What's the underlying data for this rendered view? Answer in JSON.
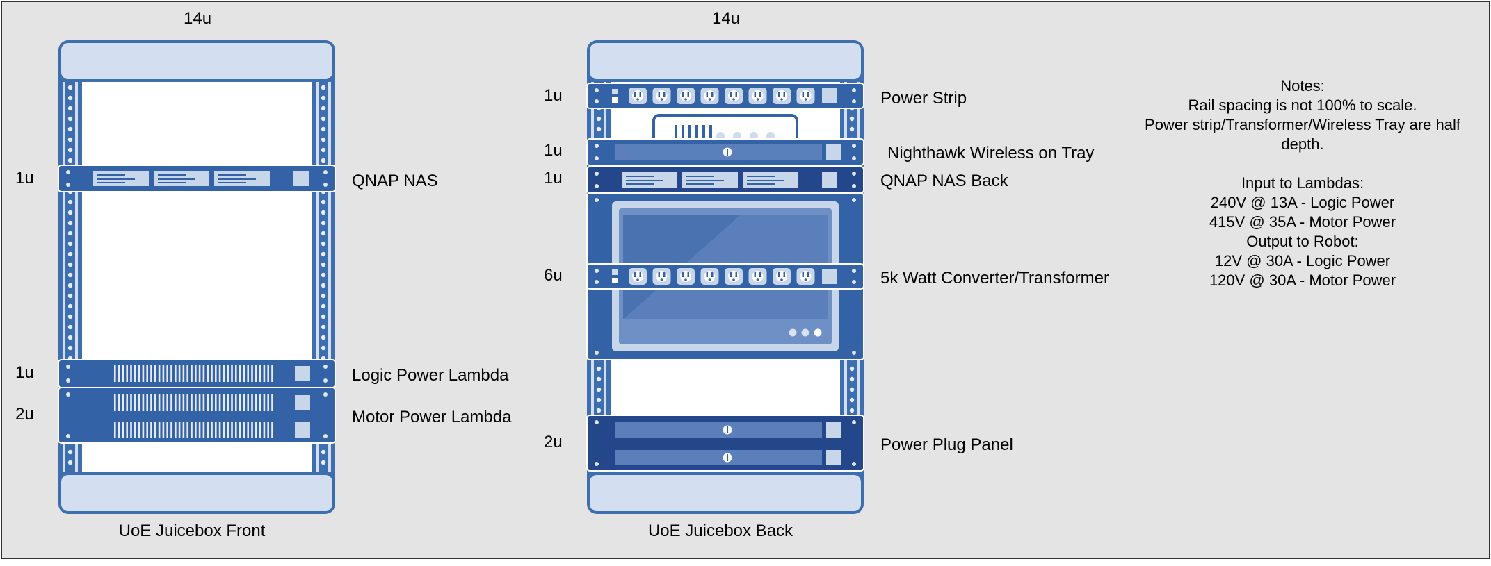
{
  "colors": {
    "background": "#e4e4e4",
    "frame": "#3d6eb0",
    "frame_light": "#d3dff0",
    "device": "#3462a6",
    "device_dark": "#23478a",
    "device_panel": "#c8d6ea",
    "border": "#333333"
  },
  "front_rack": {
    "height_label": "14u",
    "caption": "UoE Juicebox Front",
    "items": [
      {
        "units_label": "1u",
        "name": "QNAP NAS"
      },
      {
        "units_label": "1u",
        "name": "Logic Power Lambda"
      },
      {
        "units_label": "2u",
        "name": "Motor Power Lambda"
      }
    ]
  },
  "back_rack": {
    "height_label": "14u",
    "caption": "UoE Juicebox Back",
    "items": [
      {
        "units_label": "1u",
        "name": "Power Strip"
      },
      {
        "units_label": "1u",
        "name": "Nighthawk Wireless on Tray"
      },
      {
        "units_label": "1u",
        "name": "QNAP NAS Back"
      },
      {
        "units_label": "6u",
        "name": "5k Watt Converter/Transformer"
      },
      {
        "units_label": "2u",
        "name": "Power Plug Panel"
      }
    ]
  },
  "notes": [
    "Notes:",
    "Rail spacing is not 100% to scale.",
    "Power strip/Transformer/Wireless Tray are half",
    "depth.",
    "",
    "Input to Lambdas:",
    "240V @ 13A - Logic Power",
    "415V @ 35A - Motor Power",
    "Output to Robot:",
    "12V @ 30A - Logic Power",
    "120V @ 30A - Motor Power"
  ]
}
